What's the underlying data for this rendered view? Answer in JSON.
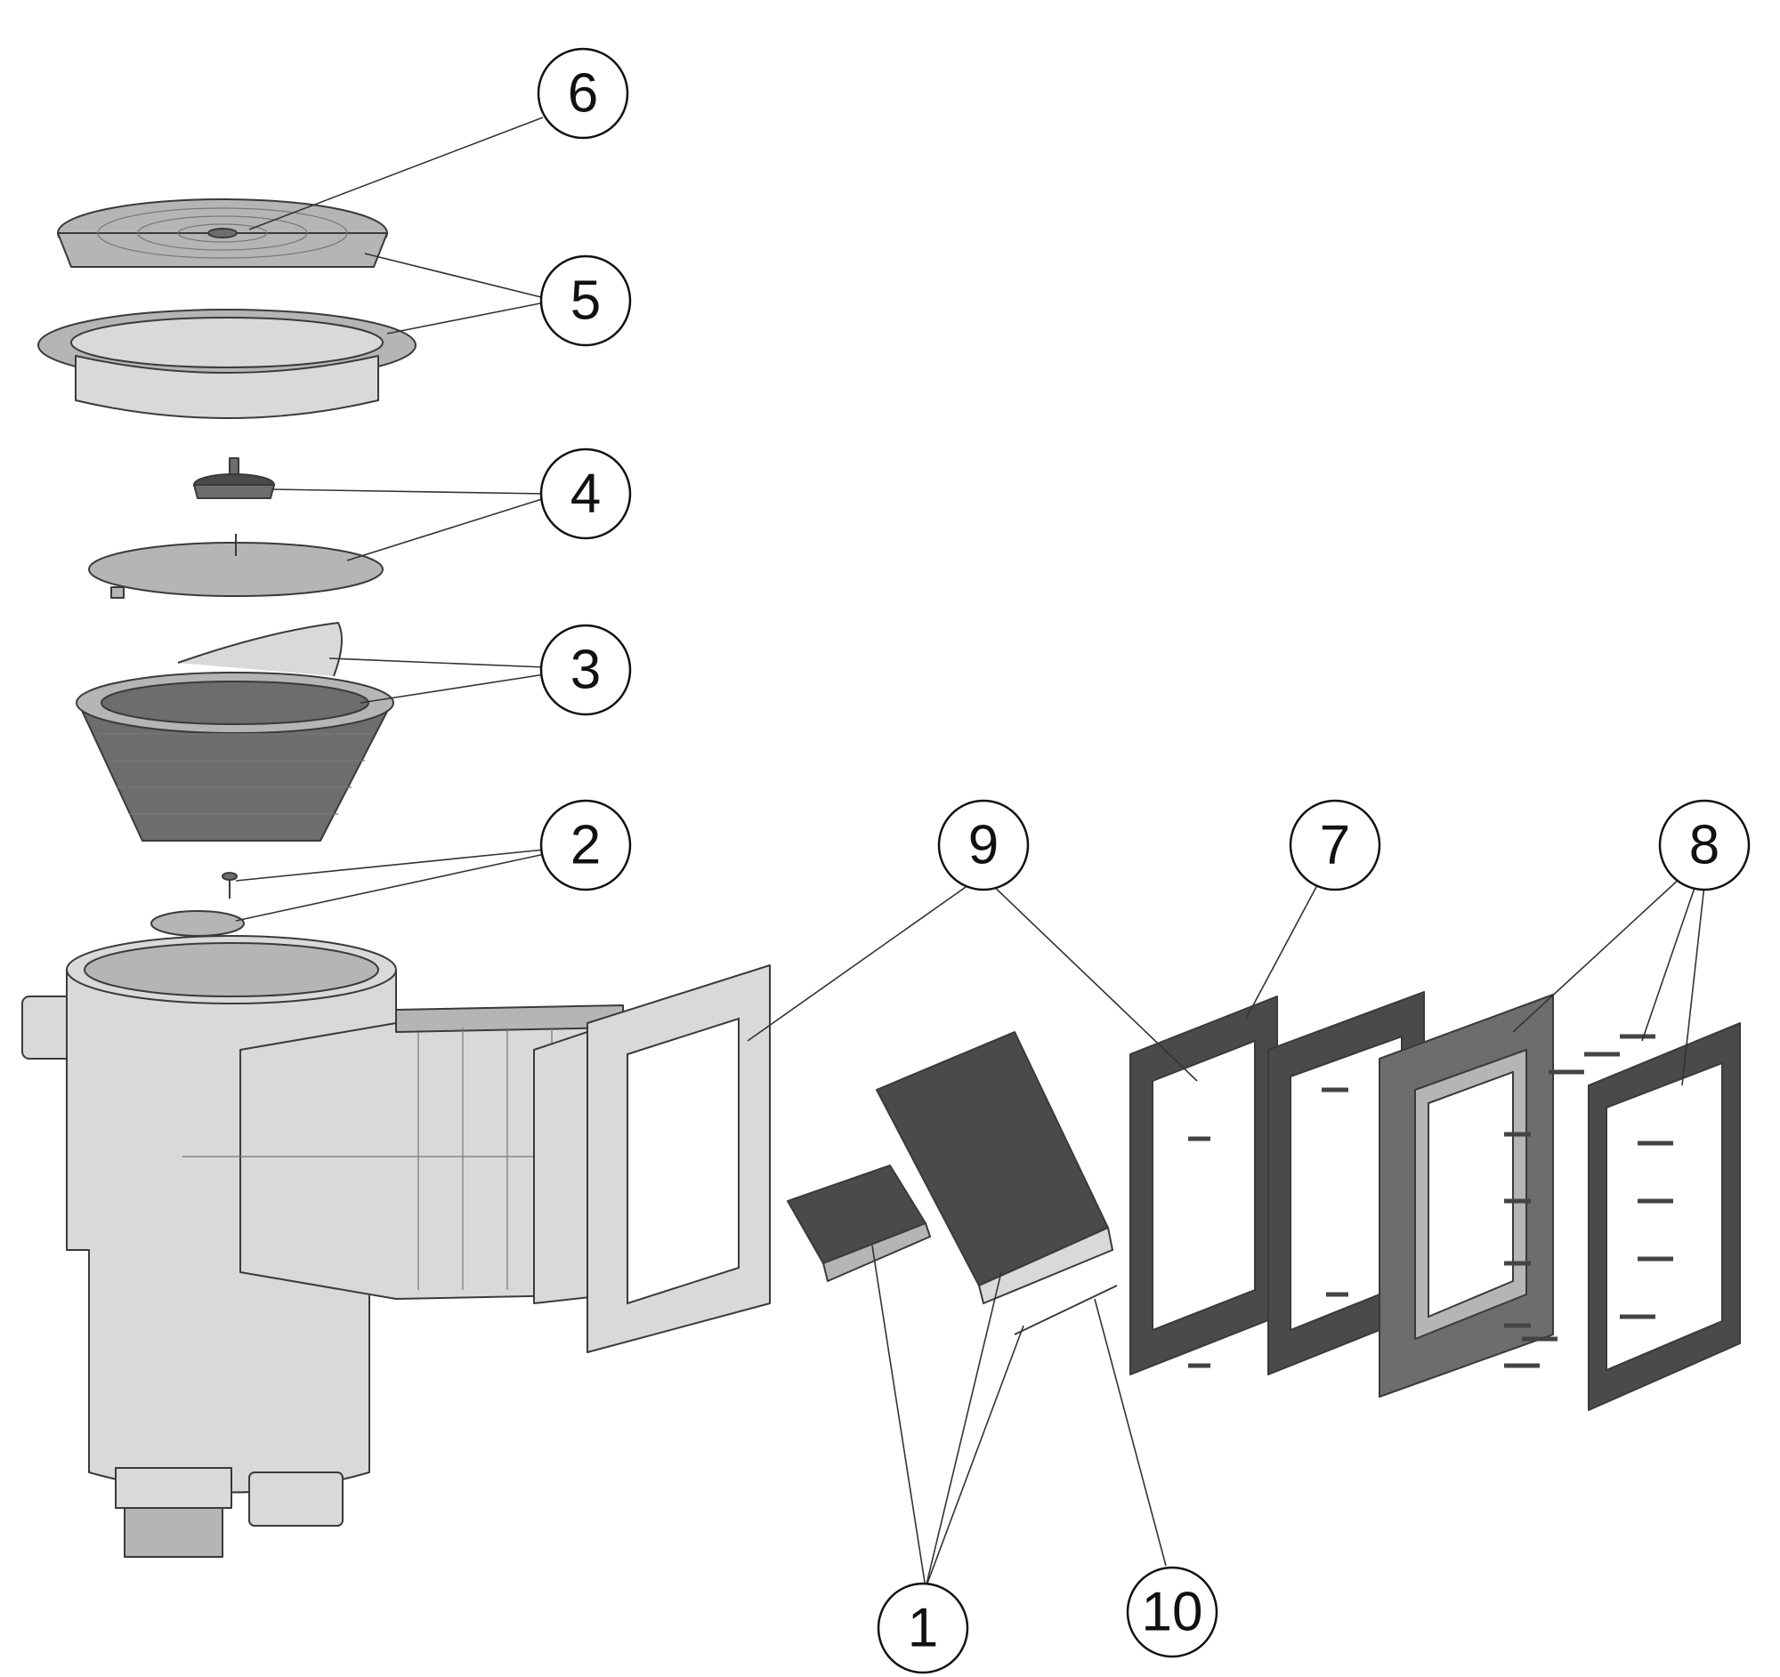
{
  "callouts": [
    {
      "id": "1",
      "label": "1"
    },
    {
      "id": "2",
      "label": "2"
    },
    {
      "id": "3",
      "label": "3"
    },
    {
      "id": "4",
      "label": "4"
    },
    {
      "id": "5",
      "label": "5"
    },
    {
      "id": "6",
      "label": "6"
    },
    {
      "id": "7",
      "label": "7"
    },
    {
      "id": "8",
      "label": "8"
    },
    {
      "id": "9",
      "label": "9"
    },
    {
      "id": "10",
      "label": "10"
    }
  ],
  "colors": {
    "line": "#333333",
    "part_light": "#d9d9d9",
    "part_mid": "#b5b5b5",
    "part_dark": "#6d6d6d",
    "background": "#ffffff"
  }
}
